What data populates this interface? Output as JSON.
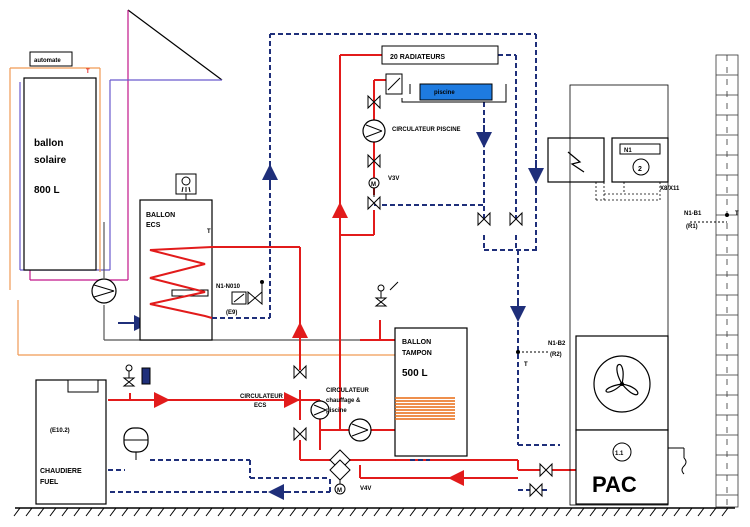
{
  "colors": {
    "hot_flow": "#e21b1b",
    "return_flow": "#1f2f7a",
    "solar_orange": "#f09a55",
    "solar_magenta": "#c2168a",
    "solar_blue": "#6a5acd",
    "pool_water": "#1e7be0",
    "coil_orange": "#e86a10"
  },
  "labels": {
    "automate": "automate",
    "t_marker": "T",
    "ballon_solaire_line1": "ballon",
    "ballon_solaire_line2": "solaire",
    "ballon_solaire_volume": "800 L",
    "ballon_ecs_line1": "BALLON",
    "ballon_ecs_line2": "ECS",
    "sensor_n1_n010": "N1-N010",
    "sensor_e9": "(E9)",
    "radiateurs": "20 RADIATEURS",
    "piscine": "piscine",
    "circulateur_piscine": "CIRCULATEUR PISCINE",
    "v3v": "V3V",
    "ballon_tampon_line1": "BALLON",
    "ballon_tampon_line2": "TAMPON",
    "ballon_tampon_volume": "500 L",
    "circulateur_ecs_line1": "CIRCULATEUR",
    "circulateur_ecs_line2": "ECS",
    "circulateur_chauffage_line1": "CIRCULATEUR",
    "circulateur_chauffage_line2": "chauffage &",
    "circulateur_chauffage_line3": "piscine",
    "v4v": "V4V",
    "m_marker": "M",
    "chaudiere_id": "(E10.2)",
    "chaudiere_line1": "CHAUDIERE",
    "chaudiere_line2": "FUEL",
    "sensor_n1_b2": "N1-B2",
    "sensor_r2": "(R2)",
    "sensor_n1_b1": "N1-B1",
    "sensor_r1": "(R1)",
    "controller_n1": "N1",
    "controller_2": "2",
    "connector_x8_x11": "X8/X11",
    "pac_unit_id": "1.1",
    "pac": "PAC"
  }
}
